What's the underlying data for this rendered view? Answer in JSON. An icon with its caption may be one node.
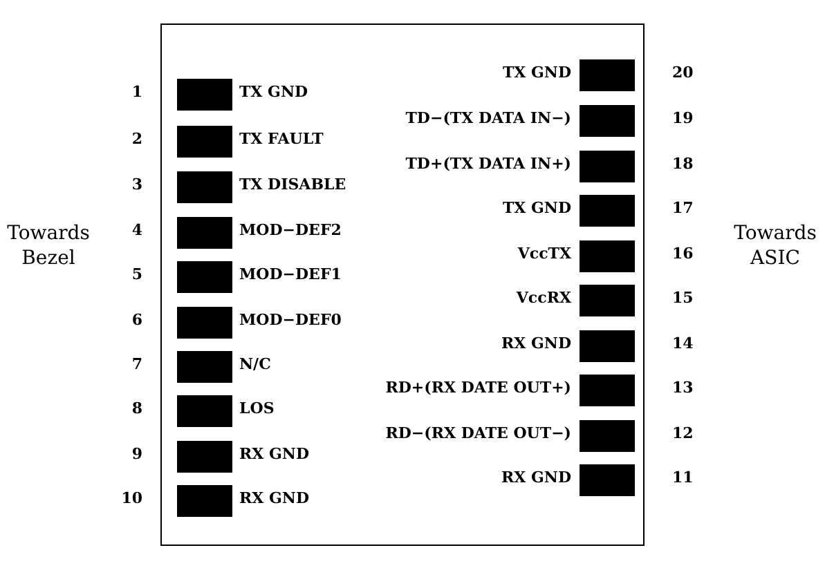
{
  "diagram": {
    "nodes": [
      {
        "text": [],
        "shape": "box"
      },
      {
        "text": [],
        "shape": "bar",
        "in": 0,
        "beside": [
          "1",
          "TX GND"
        ]
      },
      {
        "text": [],
        "shape": "bar",
        "in": 0,
        "beside": [
          "2",
          "TX FAULT"
        ]
      },
      {
        "text": [],
        "shape": "bar",
        "in": 0,
        "beside": [
          "3",
          "TX DISABLE"
        ]
      },
      {
        "text": [],
        "shape": "bar",
        "in": 0,
        "beside": [
          "4",
          "MOD−DEF2"
        ]
      },
      {
        "text": [],
        "shape": "bar",
        "in": 0,
        "beside": [
          "5",
          "MOD−DEF1"
        ]
      },
      {
        "text": [],
        "shape": "bar",
        "in": 0,
        "beside": [
          "6",
          "MOD−DEF0"
        ]
      },
      {
        "text": [],
        "shape": "bar",
        "in": 0,
        "beside": [
          "7",
          "N/C"
        ]
      },
      {
        "text": [],
        "shape": "bar",
        "in": 0,
        "beside": [
          "8",
          "LOS"
        ]
      },
      {
        "text": [],
        "shape": "bar",
        "in": 0,
        "beside": [
          "9",
          "RX GND"
        ]
      },
      {
        "text": [],
        "shape": "bar",
        "in": 0,
        "beside": [
          "10",
          "RX GND"
        ]
      },
      {
        "text": [],
        "shape": "bar",
        "in": 0,
        "beside": [
          "20",
          "TX GND"
        ]
      },
      {
        "text": [],
        "shape": "bar",
        "in": 0,
        "beside": [
          "19",
          "TD−(TX DATA IN−)"
        ]
      },
      {
        "text": [],
        "shape": "bar",
        "in": 0,
        "beside": [
          "18",
          "TD+(TX DATA IN+)"
        ]
      },
      {
        "text": [],
        "shape": "bar",
        "in": 0,
        "beside": [
          "17",
          "TX GND"
        ]
      },
      {
        "text": [],
        "shape": "bar",
        "in": 0,
        "beside": [
          "16",
          "VccTX"
        ]
      },
      {
        "text": [],
        "shape": "bar",
        "in": 0,
        "beside": [
          "15",
          "VccRX"
        ]
      },
      {
        "text": [],
        "shape": "bar",
        "in": 0,
        "beside": [
          "14",
          "RX GND"
        ]
      },
      {
        "text": [],
        "shape": "bar",
        "in": 0,
        "beside": [
          "13",
          "RD+(RX DATE OUT+)"
        ]
      },
      {
        "text": [],
        "shape": "bar",
        "in": 0,
        "beside": [
          "12",
          "RD−(RX DATE OUT−)"
        ]
      },
      {
        "text": [],
        "shape": "bar",
        "in": 0,
        "beside": [
          "11",
          "RX GND"
        ]
      }
    ],
    "labels": [
      "Towards Bezel",
      "Towards ASIC"
    ]
  }
}
